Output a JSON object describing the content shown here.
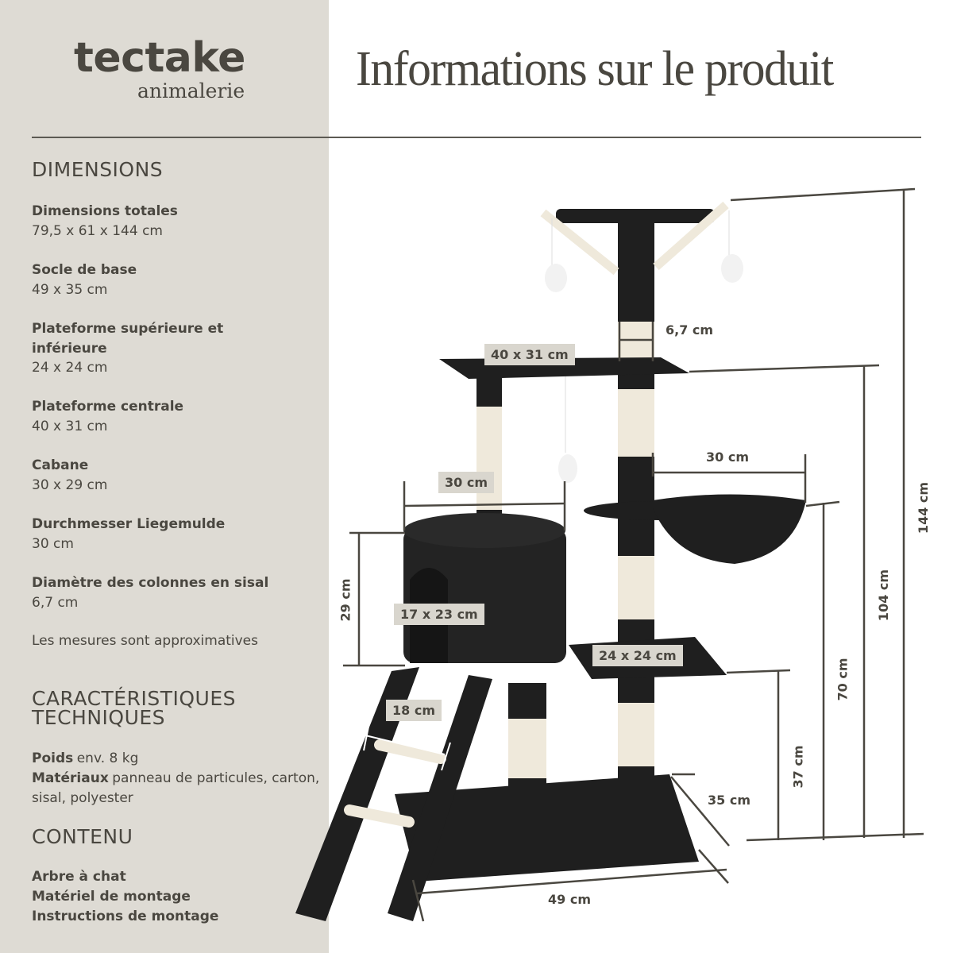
{
  "brand": {
    "name": "tectake",
    "subtitle": "animalerie"
  },
  "header": {
    "title": "Informations sur le produit"
  },
  "dimensions": {
    "heading": "DIMENSIONS",
    "items": [
      {
        "label": "Dimensions totales",
        "value": "79,5 x 61 x 144 cm"
      },
      {
        "label": "Socle de base",
        "value": "49 x 35 cm"
      },
      {
        "label": "Plateforme supérieure et inférieure",
        "value": "24 x 24 cm"
      },
      {
        "label": "Plateforme centrale",
        "value": "40 x 31 cm"
      },
      {
        "label": "Cabane",
        "value": "30 x 29 cm"
      },
      {
        "label": "Durchmesser Liegemulde",
        "value": "30 cm"
      },
      {
        "label": "Diamètre des colonnes en sisal",
        "value": "6,7 cm"
      }
    ],
    "note": "Les mesures sont approximatives"
  },
  "technical": {
    "heading_line1": "CARACTÉRISTIQUES",
    "heading_line2": "TECHNIQUES",
    "weight_label": "Poids",
    "weight_value": "env. 8 kg",
    "materials_label": "Matériaux",
    "materials_value": "panneau de particules, carton, sisal, polyester"
  },
  "contents": {
    "heading": "CONTENU",
    "items": [
      "Arbre à chat",
      "Matériel de montage",
      "Instructions de montage"
    ]
  },
  "diagram": {
    "labels": {
      "post_diameter": "6,7 cm",
      "central_platform": "40 x 31 cm",
      "hammock_width": "30 cm",
      "house_width": "30 cm",
      "house_height": "29 cm",
      "house_entrance": "17 x 23 cm",
      "lower_platform": "24 x 24 cm",
      "ladder_width": "18 cm",
      "base_depth": "35 cm",
      "base_width": "49 cm",
      "height_lower_platform": "37 cm",
      "height_hammock": "70 cm",
      "height_central": "104 cm",
      "height_total": "144 cm"
    },
    "colors": {
      "plush": "#1f1f1f",
      "sisal": "#efe9db",
      "line": "#4a4740",
      "label_bg": "#d9d6ce"
    }
  }
}
